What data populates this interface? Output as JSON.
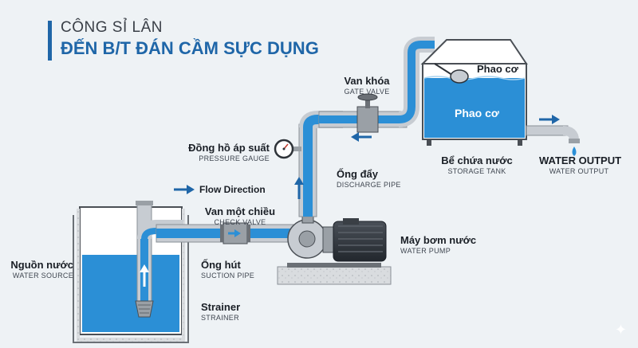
{
  "header": {
    "subtitle": "CÔNG SỈ LÂN",
    "title": "ĐẾN B/T ĐÁN CẦM SỰC DỤNG"
  },
  "legend": {
    "flow_direction": "Flow Direction"
  },
  "labels": {
    "gate_valve": {
      "vi": "Van khóa",
      "en": "GATE VALVE"
    },
    "pressure_gauge": {
      "vi": "Đồng hồ áp suất",
      "en": "PRESSURE GAUGE"
    },
    "discharge_pipe": {
      "vi": "Ống đẩy",
      "en": "DISCHARGE PIPE"
    },
    "check_valve": {
      "vi": "Van một chiều",
      "en": "CHECK VALVE"
    },
    "water_pump": {
      "vi": "Máy bơm nước",
      "en": "WATER PUMP"
    },
    "water_source": {
      "vi": "Nguồn nước",
      "en": "WATER SOURCE"
    },
    "suction_pipe": {
      "vi": "Ống hút",
      "en": "SUCTION PIPE"
    },
    "strainer": {
      "vi": "Strainer",
      "en": "STRAINER"
    },
    "storage_tank": {
      "vi": "Bể chứa nước",
      "en": "STORAGE TANK"
    },
    "water_output": {
      "vi": "WATER OUTPUT",
      "en": "WATER OUTPUT"
    }
  },
  "tank": {
    "float_label": "Phao cơ",
    "water_label": "Phao cơ"
  },
  "colors": {
    "water": "#2b8fd6",
    "pipe": "#2b8fd6",
    "metal": "#c7ccd2",
    "dark": "#2d3238",
    "accent": "#1f66a8",
    "background": "#eef2f5"
  },
  "icons": {
    "watermark": "sparkle-icon"
  }
}
